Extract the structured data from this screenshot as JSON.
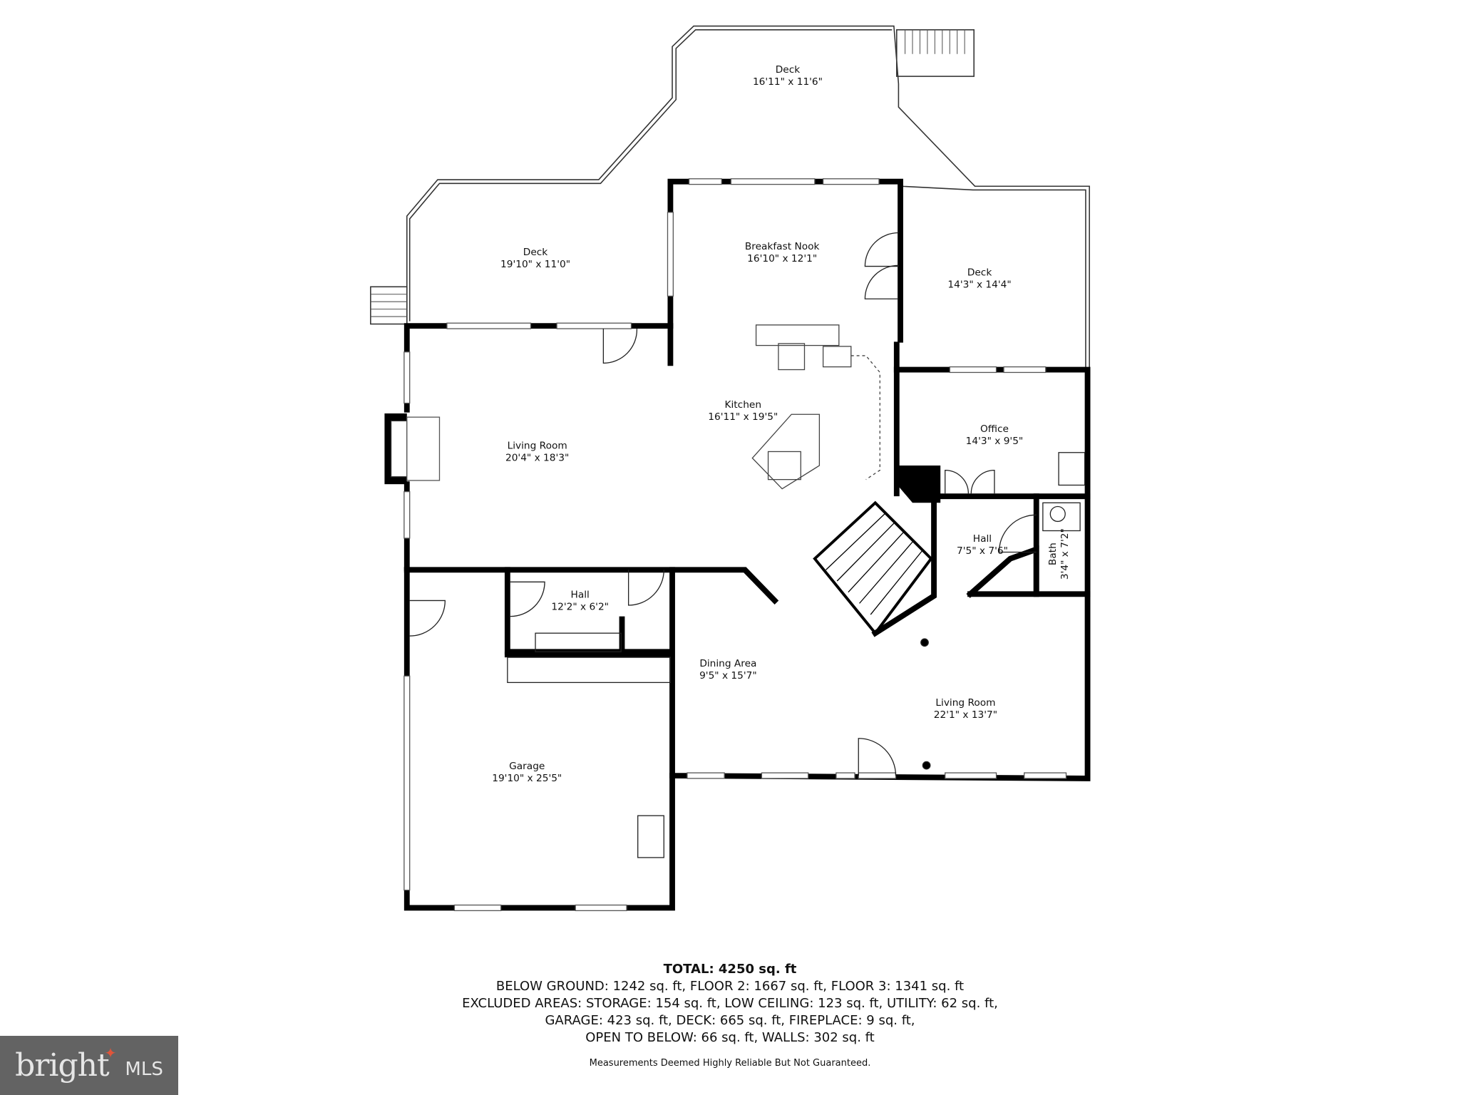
{
  "rooms": [
    {
      "name": "Deck",
      "size": "16'11\" x 11'6\""
    },
    {
      "name": "Deck",
      "size": "19'10\" x 11'0\""
    },
    {
      "name": "Breakfast Nook",
      "size": "16'10\" x 12'1\""
    },
    {
      "name": "Deck",
      "size": "14'3\" x 14'4\""
    },
    {
      "name": "Kitchen",
      "size": "16'11\" x 19'5\""
    },
    {
      "name": "Living Room",
      "size": "20'4\" x 18'3\""
    },
    {
      "name": "Office",
      "size": "14'3\" x 9'5\""
    },
    {
      "name": "Hall",
      "size": "7'5\" x 7'6\""
    },
    {
      "name": "Bath",
      "size": "3'4\" x 7'2\""
    },
    {
      "name": "Hall",
      "size": "12'2\" x 6'2\""
    },
    {
      "name": "Dining Area",
      "size": "9'5\" x 15'7\""
    },
    {
      "name": "Living Room",
      "size": "22'1\" x 13'7\""
    },
    {
      "name": "Garage",
      "size": "19'10\" x 25'5\""
    }
  ],
  "summary": {
    "total": "TOTAL: 4250 sq. ft",
    "lines": [
      "BELOW GROUND: 1242 sq. ft, FLOOR 2: 1667 sq. ft, FLOOR 3: 1341 sq. ft",
      "EXCLUDED AREAS: STORAGE: 154 sq. ft, LOW CEILING: 123 sq. ft, UTILITY: 62 sq. ft,",
      "GARAGE: 423 sq. ft, DECK: 665 sq. ft, FIREPLACE: 9 sq. ft,",
      "OPEN TO BELOW: 66 sq. ft, WALLS: 302 sq. ft"
    ],
    "disclaimer": "Measurements Deemed Highly Reliable But Not Guaranteed."
  },
  "logo": {
    "brand": "bright",
    "suffix": "MLS",
    "accent_color": "#e0553a",
    "background": "#636363"
  }
}
